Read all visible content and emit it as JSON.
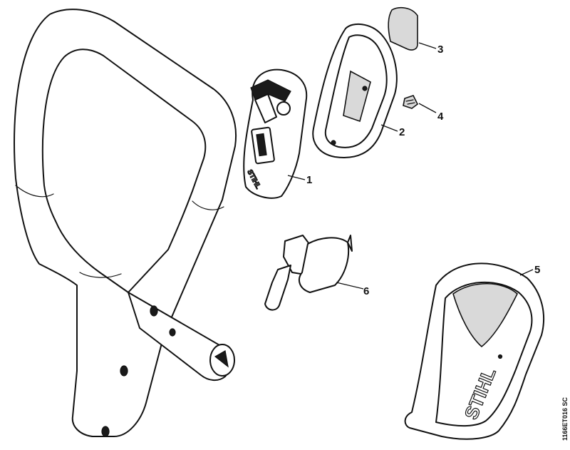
{
  "drawing_id": "1166ET016 SC",
  "brand_mark": "STIHL",
  "callouts": [
    {
      "label": "1"
    },
    {
      "label": "2"
    },
    {
      "label": "3"
    },
    {
      "label": "4"
    },
    {
      "label": "5"
    },
    {
      "label": "6"
    }
  ]
}
